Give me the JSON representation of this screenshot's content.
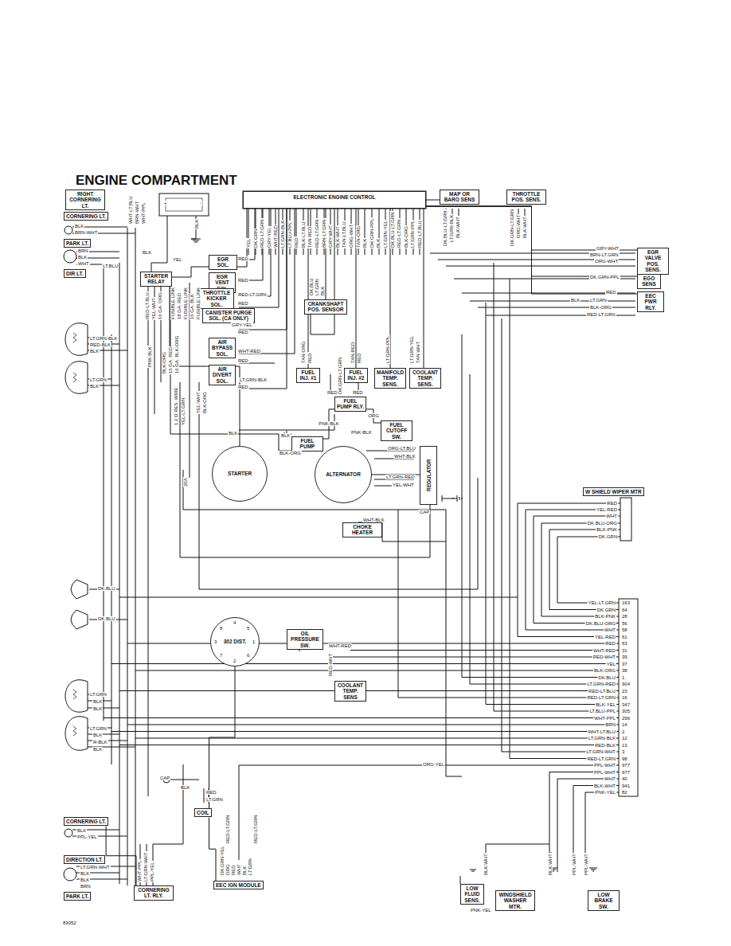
{
  "diagram": {
    "title": "ENGINE COMPARTMENT",
    "nodes": [
      {
        "text": [
          "ELECTRONIC ENGINE CONTROL"
        ]
      },
      {
        "text": [
          "MAP OR BARO SENS"
        ]
      },
      {
        "text": [
          "THROTTLE POS. SENS."
        ]
      },
      {
        "text": [
          "EGR SOL."
        ]
      },
      {
        "text": [
          "EGR VENT SOL"
        ]
      },
      {
        "text": [
          "THROTTLE KICKER SOL."
        ]
      },
      {
        "text": [
          "CANISTER PURGE SOL. (CA ONLY)"
        ]
      },
      {
        "text": [
          "AIR BYPASS SOL."
        ]
      },
      {
        "text": [
          "AIR DIVERT SOL."
        ]
      },
      {
        "text": [
          "STARTER RELAY"
        ]
      },
      {
        "text": [
          "CRANKSHAFT POS. SENSOR"
        ]
      },
      {
        "text": [
          "FUEL INJ. #1"
        ]
      },
      {
        "text": [
          "FUEL INJ. #2"
        ]
      },
      {
        "text": [
          "MANIFOLD TEMP. SENS."
        ]
      },
      {
        "text": [
          "COOLANT TEMP. SENS."
        ]
      },
      {
        "text": [
          "FUEL PUMP RLY."
        ]
      },
      {
        "text": [
          "FUEL CUTOFF SW."
        ]
      },
      {
        "text": [
          "FUEL PUMP"
        ]
      },
      {
        "text": [
          "STARTER"
        ]
      },
      {
        "text": [
          "ALTERNATOR"
        ]
      },
      {
        "text": [
          "REGULATOR"
        ]
      },
      {
        "text": [
          "CHOKE HEATER"
        ]
      },
      {
        "text": [
          "EGR VALVE POS. SENS."
        ]
      },
      {
        "text": [
          "EGO SENS"
        ]
      },
      {
        "text": [
          "EEC PWR RLY."
        ]
      },
      {
        "text": [
          "W SHIELD WIPER MTR"
        ]
      },
      {
        "text": [
          "302 DIST."
        ]
      },
      {
        "text": [
          "OIL PRESSURE SW."
        ]
      },
      {
        "text": [
          "COOLANT TEMP. SENS"
        ]
      },
      {
        "text": [
          "COIL"
        ]
      },
      {
        "text": [
          "EEC IGN MODULE"
        ]
      },
      {
        "text": [
          "LOW FLUID SENS."
        ]
      },
      {
        "text": [
          "WINDSHIELD WASHER MTR."
        ]
      },
      {
        "text": [
          "LOW BRAKE SW."
        ]
      },
      {
        "text": [
          "CORNERING LT. RLY."
        ]
      },
      {
        "text": [
          "RIGHT CORNERING LT."
        ]
      },
      {
        "text": [
          "CORNERING LT."
        ]
      },
      {
        "text": [
          "PARK LT."
        ]
      },
      {
        "text": [
          "DIR LT."
        ]
      },
      {
        "text": [
          "CORNERING LT."
        ]
      },
      {
        "text": [
          "DIRECTION LT."
        ]
      },
      {
        "text": [
          "PARK LT."
        ]
      }
    ],
    "edges": [
      {
        "from": 9,
        "to": 18,
        "arrow": "none"
      },
      {
        "from": 19,
        "to": 20,
        "arrow": "none"
      },
      {
        "from": 15,
        "to": 17,
        "label": "PNK-BLK",
        "arrow": "none"
      },
      {
        "from": 15,
        "to": 16,
        "label": "ORG",
        "arrow": "none"
      },
      {
        "from": 26,
        "to": 29,
        "arrow": "none"
      },
      {
        "from": 29,
        "to": 30,
        "arrow": "none"
      },
      {
        "from": 34,
        "to": 39,
        "arrow": "none"
      },
      {
        "from": 0,
        "to": 10,
        "arrow": "none"
      },
      {
        "from": 0,
        "to": 11,
        "arrow": "none"
      },
      {
        "from": 0,
        "to": 12,
        "arrow": "none"
      },
      {
        "from": 0,
        "to": 13,
        "arrow": "none"
      },
      {
        "from": 0,
        "to": 14,
        "arrow": "none"
      },
      {
        "from": 0,
        "to": 22,
        "arrow": "none"
      },
      {
        "from": 0,
        "to": 23,
        "arrow": "none"
      },
      {
        "from": 0,
        "to": 24,
        "arrow": "none"
      },
      {
        "from": 1,
        "to": 0,
        "arrow": "none"
      }
    ],
    "labels": [
      "WHT-LT.BLU",
      "BRN-WHT",
      "WHT-PPL",
      "BLK",
      "BRN-WHT",
      "BRN",
      "BLK",
      "WHT",
      "LT.BLU",
      "BLK",
      "YEL",
      "BLK",
      "+",
      "-",
      "LT.GRN-BLK",
      "RED-BLK",
      "BLK",
      "LT.GRN",
      "BLK",
      "RED-LT.BLU",
      "YEL-WHT",
      "16 GA. ORG",
      "FUSIBLE LINK",
      "18 GA. RED",
      "FUSIBLE LINK",
      "16 GA. BLK",
      "FUSIBLE LINK",
      "PNK-BLK",
      "BLK-ORG",
      "16 GA. RED",
      "16 GA. BLK-ORG",
      "1.2 Ω RES. WIRE",
      "YEL-LT.GRN",
      "YEL-WHT",
      "BLK-ORG",
      "20A",
      "BLK",
      "RED",
      "RED",
      "RED-LT.GRN",
      "RED",
      "GRY-YEL",
      "RED",
      "WHT-RED",
      "RED",
      "LT.GRN-BLK",
      "RED",
      "DK.BLU",
      "LT.GRN",
      "BLK",
      "TAN-ORG",
      "RED",
      "TAN-RED",
      "RED",
      "LT.GRN-PPL",
      "LT.GRN-YEL",
      "TAN-WHT",
      "RED",
      "DK.GRN-LT.GRN",
      "RED",
      "PNK-BLK",
      "BLK",
      "BLK-ORG",
      "ORG-LT.BLU",
      "WHT-BLK",
      "LT.GRN-RED",
      "YEL-WHT",
      "CAP",
      "WHT-BLK",
      "GRY-WHT",
      "BRN-LT.GRN",
      "ORG-WHT",
      "DK.GRN-PPL",
      "RED",
      "BLK",
      "LT.GRN",
      "BLK-ORG",
      "RED-LT.GRN",
      "DK.BLU-LT.GRN",
      "LT.GRN-BLK",
      "BLK-WHT",
      "DK.GRN-LT.GRN",
      "ORG-WHT",
      "BLK-WHT",
      "RED",
      "YEL-RED",
      "WHT",
      "DK.BLU-ORG",
      "BLK-PNK",
      "DK.GRN",
      "DK.BLU",
      "DK.BLU",
      "LT.GRN",
      "BLK",
      "BLK",
      "LT.GRN",
      "BLK",
      "R-BLK",
      "BLK",
      "8",
      "4",
      "5",
      "3",
      "1",
      "7",
      "2",
      "6",
      "WHT-RED",
      "RED-WHT",
      "CAP",
      "BLK",
      "RED",
      "LT.GRN",
      "DK.GRN-YEL",
      "ORG",
      "RED",
      "WHT",
      "BLK",
      "LT.GRN",
      "RED-LT.GRN",
      "RED-LT.GRN",
      "ORG-YEL",
      "WHT-PPL",
      "LT.GRN-WHT",
      "PPL-YEL",
      "BLK",
      "PPL-YEL",
      "LT.GRN-WHT",
      "BLK",
      "BLK",
      "BRN",
      "PNK-YEL",
      "BLK-WHT",
      "BLK-WHT",
      "PPL-WHT",
      "PPL-WHT",
      "83052",
      "YEL",
      "DK.GRN",
      "RED-LT.GRN",
      "GRY-YEL",
      "WHT-RED",
      "LT.GRN-BLK",
      "LT.BLU-PPL",
      "RED",
      "BLK-LT.BLU",
      "TAN-RED",
      "RED-LT.GRN",
      "BRN-LT.GRN",
      "GRY-WHT",
      "BLK-WHT",
      "TAN-LT.BLU",
      "ORG-WHT",
      "TAN-ORG",
      "BLK",
      "DK.GRN-PPL",
      "BLK",
      "LT.GRN-YEL",
      "DK.BLU-LT.GRN",
      "RED-LT.GRN",
      "BLK-ORG",
      "LT.GRN-PPL",
      "RED-LT.BLU",
      "YEL-LT.GRN",
      "163",
      "DK.GRN",
      "64",
      "BLK-PNK",
      "28",
      "DK.BLU-ORG",
      "56",
      "WHT",
      "58",
      "YEL-RED",
      "61",
      "RED",
      "63",
      "WHT-RED",
      "31",
      "RED-WHT",
      "39",
      "YEL",
      "37",
      "BLK-ORG",
      "38",
      "DK.BLU",
      "1",
      "LT.GRN-RED",
      "904",
      "RED-LT.BLU",
      "23",
      "RED-LT.GRN",
      "16",
      "BLK-YEL",
      "347",
      "LT.BLU-PPL",
      "305",
      "WHT-PPL",
      "296",
      "BRN",
      "14",
      "WHT-LT.BLU",
      "2",
      "LT.GRN-BLK",
      "12",
      "RED-BLK",
      "13",
      "LT.GRN-WHT",
      "3",
      "RED-LT.GRN",
      "98",
      "PPL-WHT",
      "977",
      "PPL-WHT",
      "977",
      "WHT",
      "40",
      "BLK-WHT",
      "941",
      "PNK-YEL",
      "82"
    ]
  }
}
